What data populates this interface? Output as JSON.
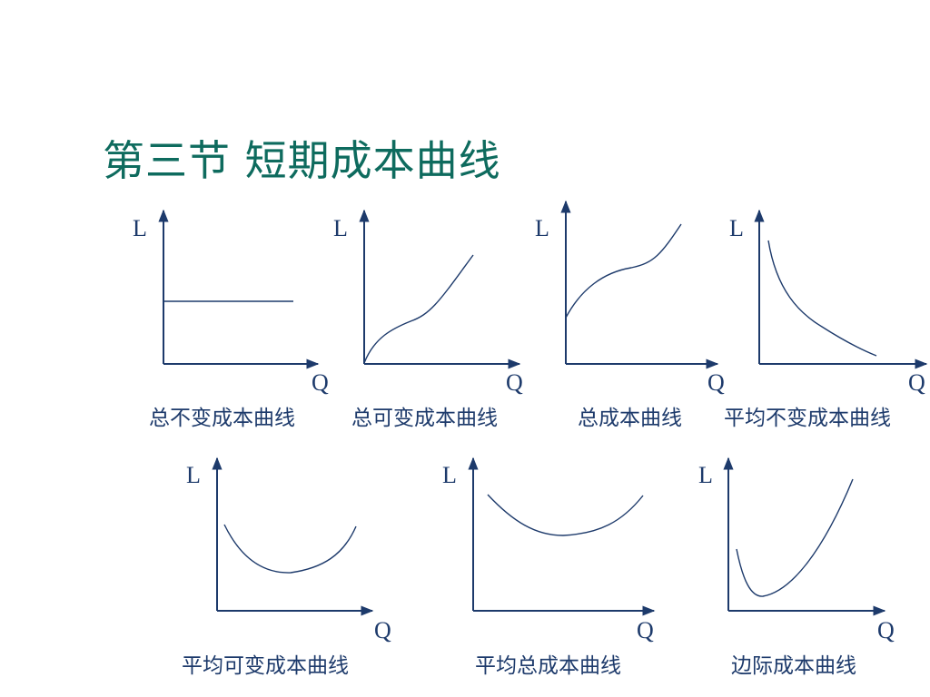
{
  "slide": {
    "title": "第三节  短期成本曲线"
  },
  "axes": {
    "y_label": "L",
    "x_label": "Q"
  },
  "colors": {
    "title": "#0e6b5e",
    "ink": "#1d3a6b"
  },
  "charts": [
    {
      "id": "tfc",
      "caption": "总不变成本曲线",
      "shape": "horizontal-line"
    },
    {
      "id": "tvc",
      "caption": "总可变成本曲线",
      "shape": "s-curve-from-origin"
    },
    {
      "id": "tc",
      "caption": "总成本曲线",
      "shape": "s-curve-from-intercept"
    },
    {
      "id": "afc",
      "caption": "平均不变成本曲线",
      "shape": "decreasing-hyperbola"
    },
    {
      "id": "avc",
      "caption": "平均可变成本曲线",
      "shape": "u-curve"
    },
    {
      "id": "atc",
      "caption": "平均总成本曲线",
      "shape": "u-curve"
    },
    {
      "id": "mc",
      "caption": "边际成本曲线",
      "shape": "j-curve"
    }
  ]
}
